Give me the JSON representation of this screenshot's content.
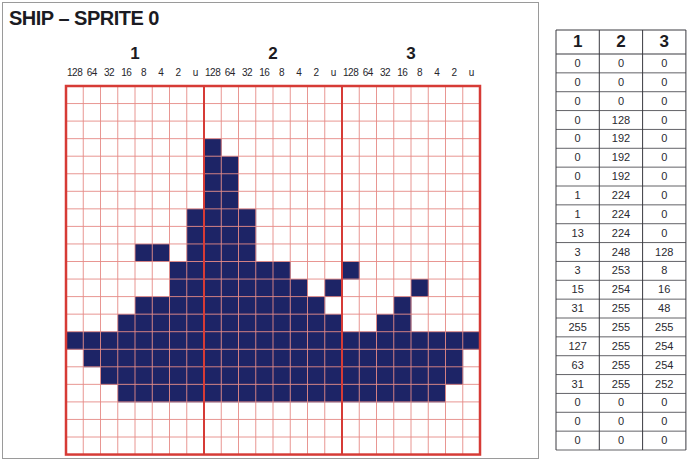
{
  "diagram": {
    "title": "SHIP – SPRITE 0",
    "labels": [
      "1",
      "2",
      "3",
      "128",
      "64",
      "32",
      "16",
      "8",
      "4",
      "2",
      "u",
      "128",
      "64",
      "32",
      "16",
      "8",
      "4",
      "2",
      "u",
      "128",
      "64",
      "32",
      "16",
      "8",
      "4",
      "2",
      "u",
      "1",
      "2",
      "3",
      "0",
      "0",
      "0",
      "0",
      "0",
      "0",
      "0",
      "0",
      "0",
      "0",
      "128",
      "0",
      "0",
      "192",
      "0",
      "0",
      "192",
      "0",
      "0",
      "192",
      "0",
      "1",
      "224",
      "0",
      "1",
      "224",
      "0",
      "13",
      "224",
      "0",
      "3",
      "248",
      "128",
      "3",
      "253",
      "8",
      "15",
      "254",
      "16",
      "31",
      "255",
      "48",
      "255",
      "255",
      "255",
      "127",
      "255",
      "254",
      "63",
      "255",
      "254",
      "31",
      "255",
      "252",
      "0",
      "0",
      "0",
      "0",
      "0",
      "0",
      "0",
      "0",
      "0"
    ]
  }
}
